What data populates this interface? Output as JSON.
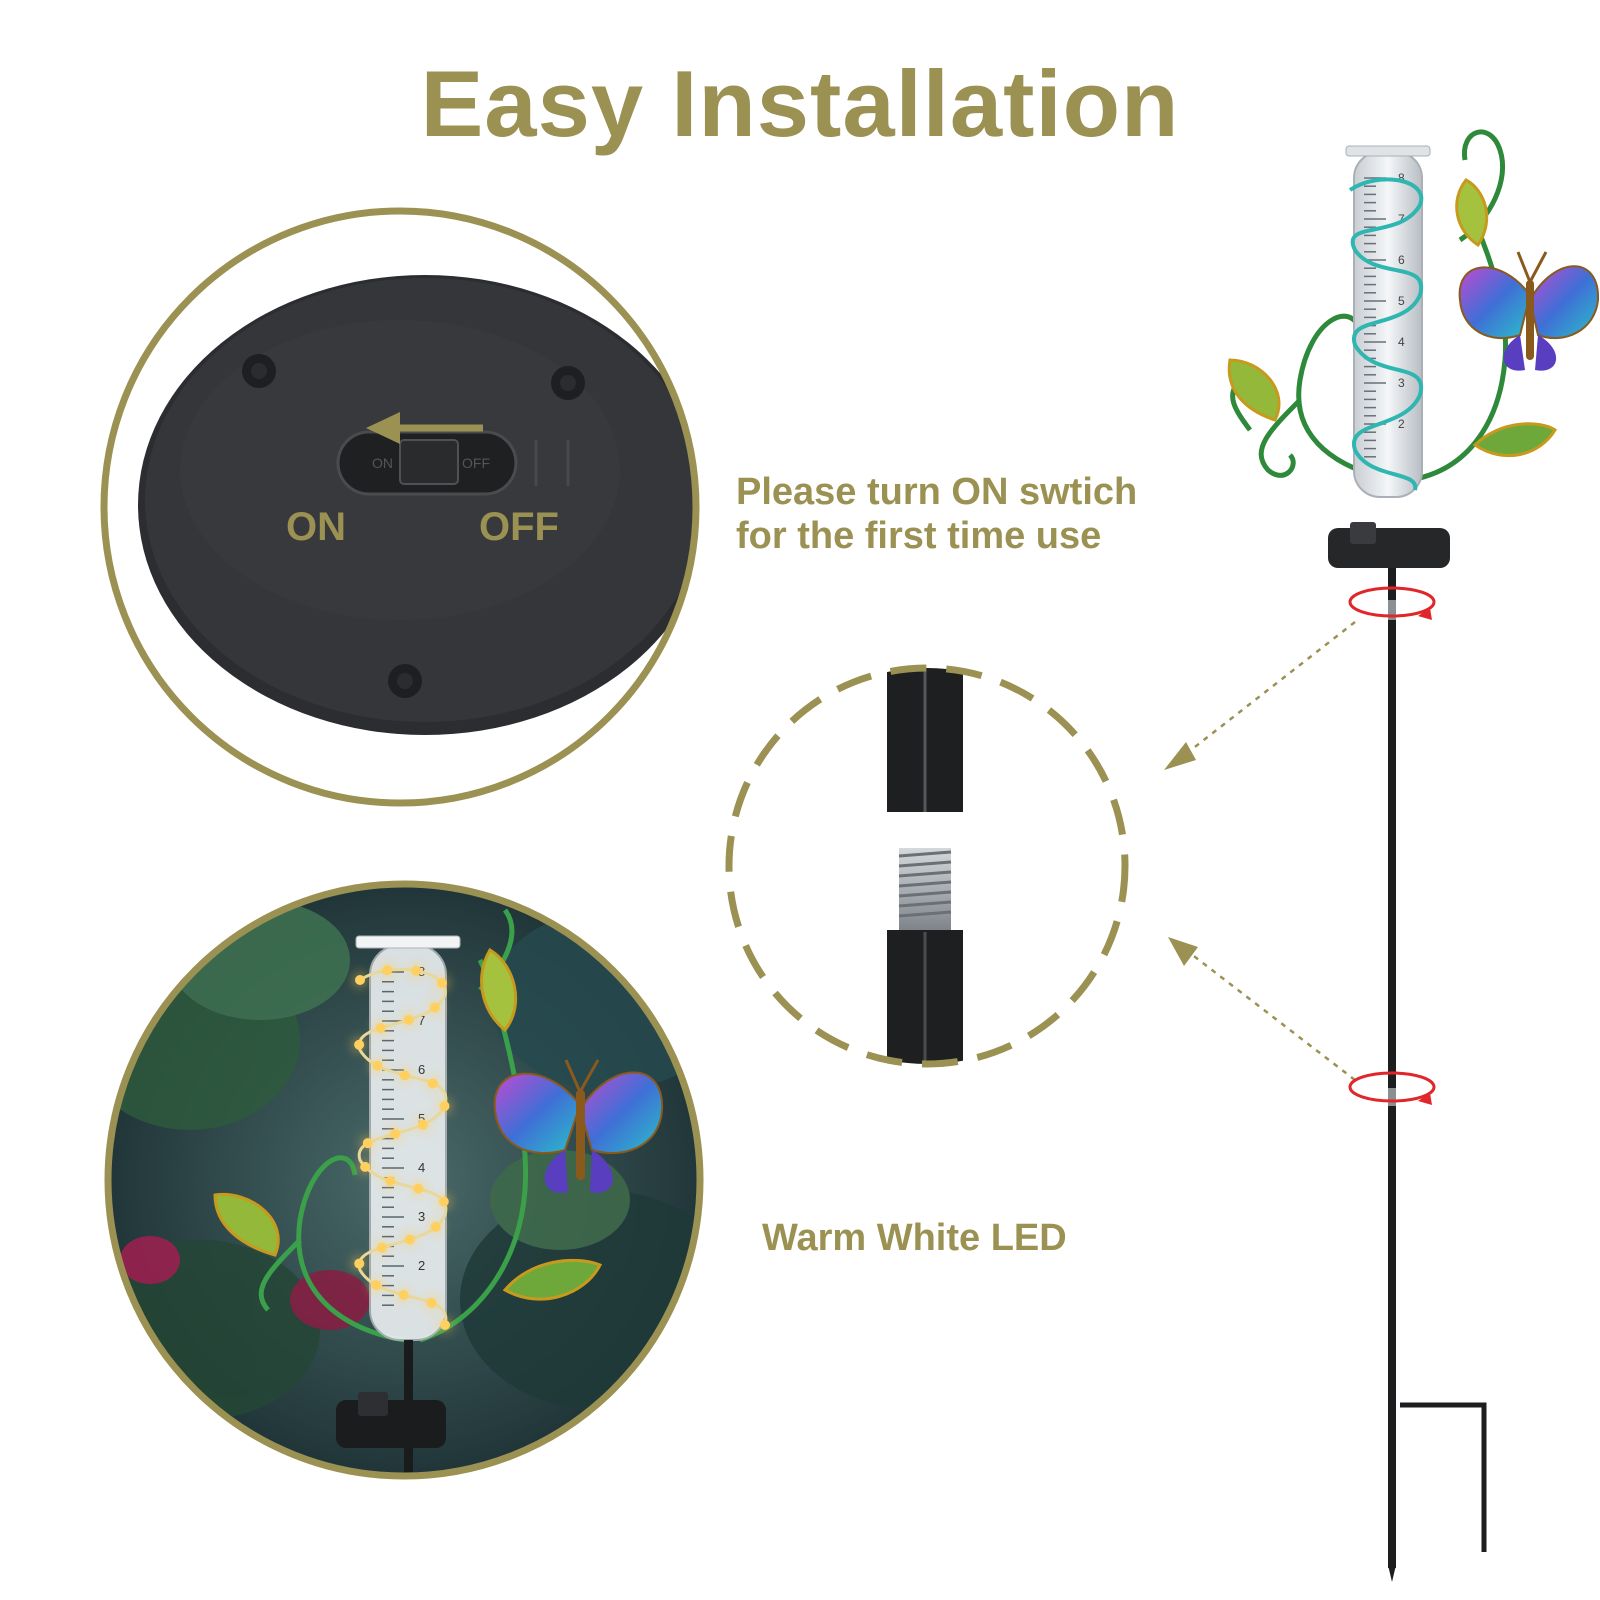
{
  "title": "Easy Installation",
  "switch": {
    "on_label": "ON",
    "off_label": "OFF",
    "tiny_on": "ON",
    "tiny_off": "OFF"
  },
  "instruction": {
    "line1": "Please turn ON swtich",
    "line2": "for the first time use"
  },
  "led_label": "Warm White LED",
  "gauge_marks": [
    "8",
    "7",
    "6",
    "5",
    "4",
    "3",
    "2"
  ],
  "colors": {
    "accent": "#9b9152",
    "dark": "#2a2b2d",
    "red": "#e0262a",
    "leaf": "#8fb93a",
    "butterfly": "#6a3fc4"
  },
  "icons": {
    "arrow": "left-arrow-icon",
    "rotate": "rotate-icon",
    "screw": "screw-icon"
  }
}
